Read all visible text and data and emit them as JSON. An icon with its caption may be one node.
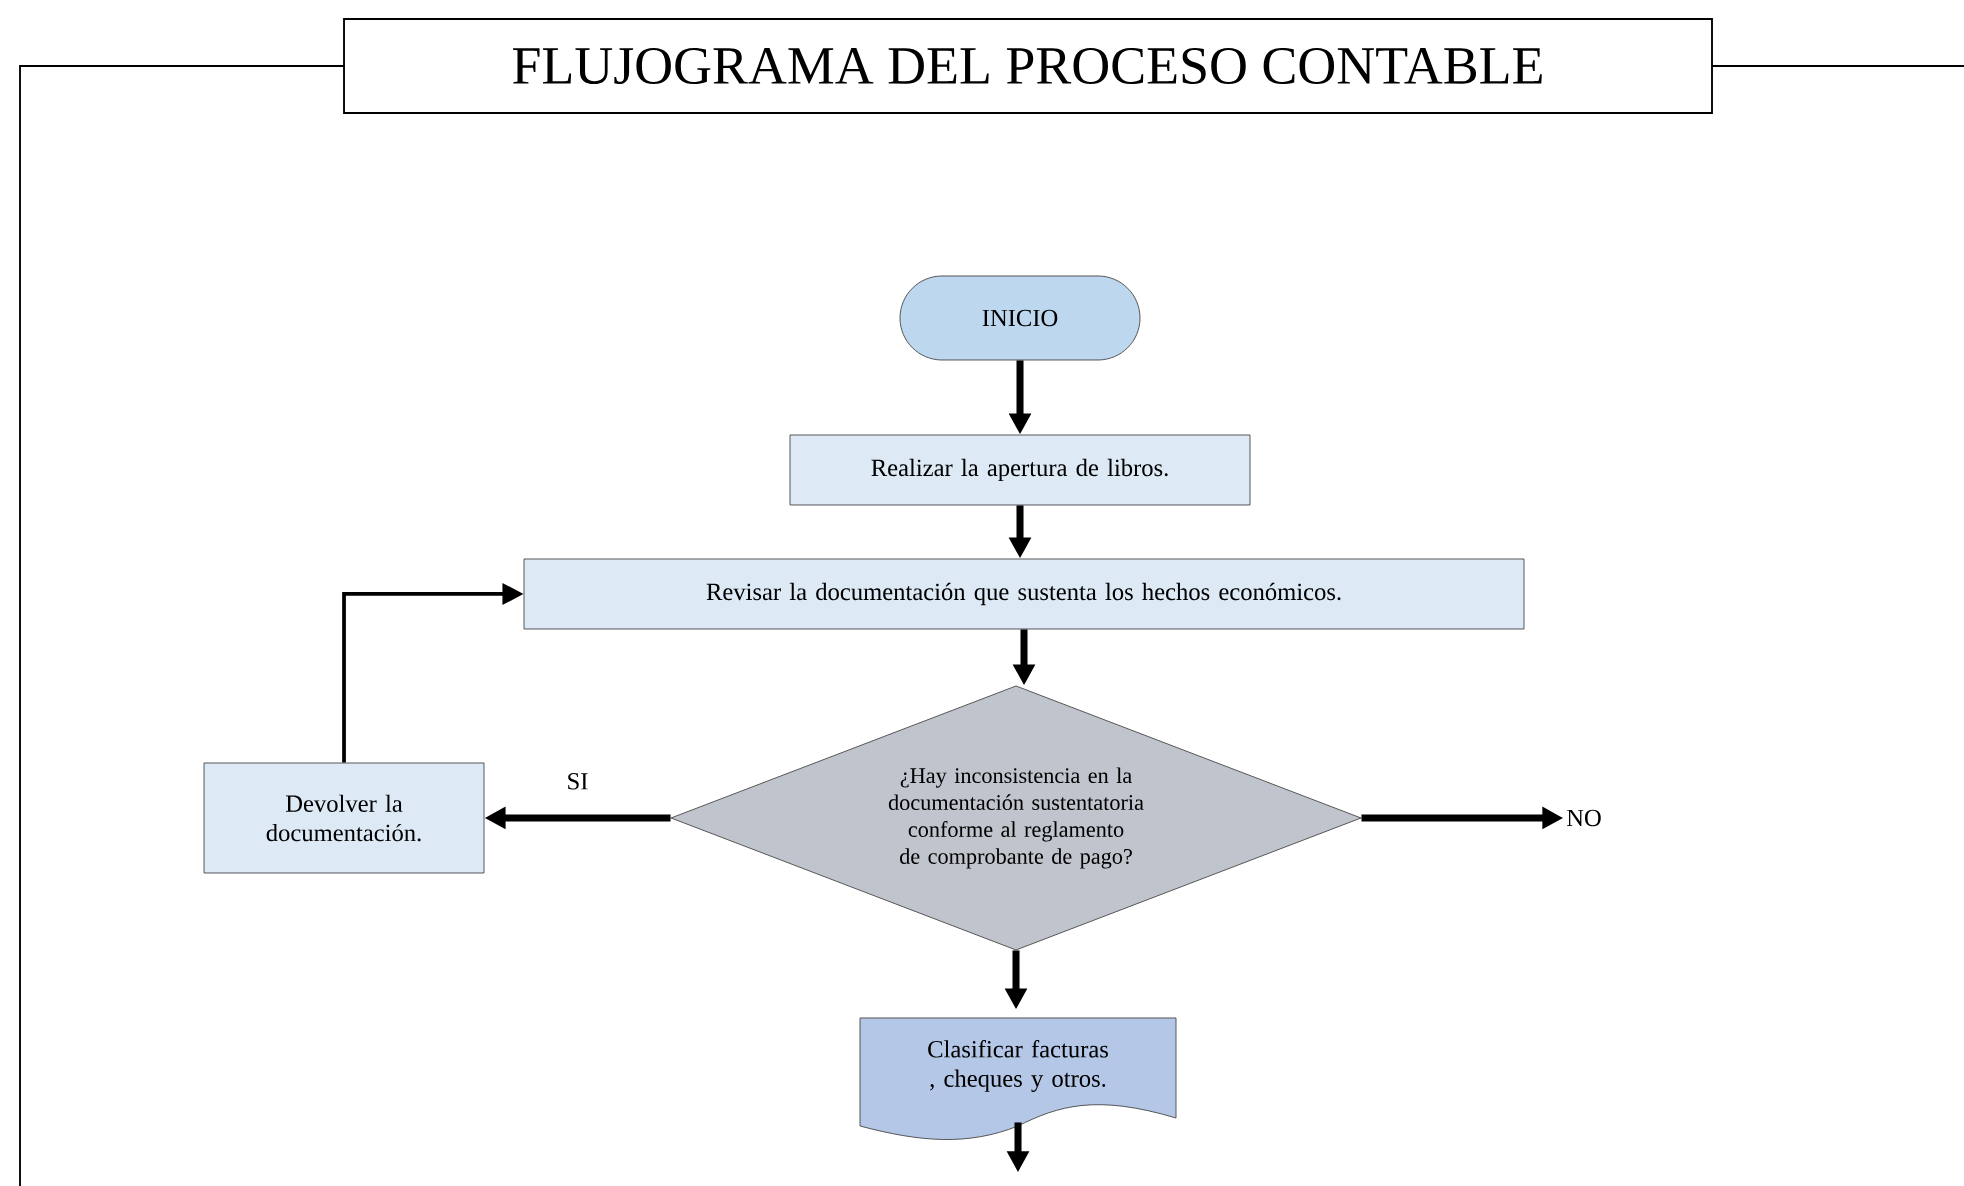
{
  "diagram": {
    "title": "FLUJOGRAMA DEL PROCESO CONTABLE",
    "nodes": [
      {
        "text": [
          "INICIO"
        ]
      },
      {
        "text": [
          "Realizar la apertura de libros."
        ]
      },
      {
        "text": [
          "Revisar la documentación que sustenta los hechos económicos."
        ]
      },
      {
        "text": [
          "¿Hay inconsistencia en la documentación sustentatoria conforme al reglamento de comprobante de pago?"
        ]
      },
      {
        "text": [
          "Devolver la documentación."
        ]
      },
      {
        "text": [
          "NO"
        ]
      },
      {
        "text": [
          "Clasificar facturas , cheques y otros."
        ]
      }
    ],
    "edges": [
      {
        "from": 0,
        "to": 1,
        "arrow": "to"
      },
      {
        "from": 1,
        "to": 2,
        "arrow": "to"
      },
      {
        "from": 2,
        "to": 3,
        "arrow": "to"
      },
      {
        "from": 3,
        "to": 4,
        "arrow": "to",
        "label": "SI"
      },
      {
        "from": 4,
        "to": 2,
        "arrow": "to"
      },
      {
        "from": 3,
        "to": 5,
        "arrow": "to"
      },
      {
        "from": 3,
        "to": 6,
        "arrow": "to"
      },
      {
        "from": 6,
        "to": null,
        "arrow": "to"
      }
    ]
  }
}
